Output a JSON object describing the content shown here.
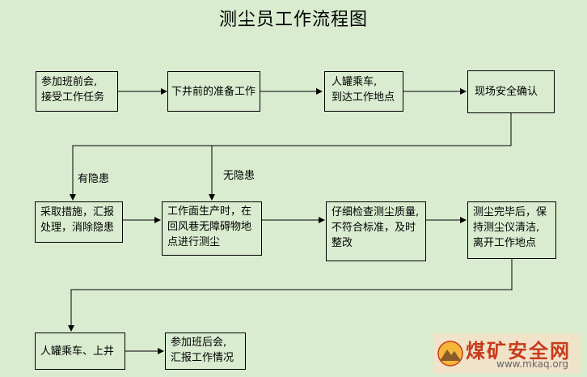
{
  "title": "测尘员工作流程图",
  "nodes": {
    "meeting": "参加班前会,\n接受工作任务",
    "prepare": "下井前的准备工作",
    "ride_in": "人罐乘车,\n到达工作地点",
    "safety_check": "现场安全确认",
    "handle": "采取措施，汇报\n处理，消除隐患",
    "measure": "工作面生产时，在\n回风巷无障碍物地\n点进行测尘",
    "inspect": "仔细检查测尘质量,\n不符合标准，及时\n整改",
    "finish": "测尘完毕后，保\n持测尘仪清洁,\n离开工作地点",
    "ride_out": "人罐乘车、上井",
    "debrief": "参加班后会,\n汇报工作情况"
  },
  "edge_labels": {
    "hazard": "有隐患",
    "no_hazard": "无隐患"
  },
  "watermark": {
    "logo_text": "煤矿安全网",
    "url": "www.mkaq.org"
  }
}
